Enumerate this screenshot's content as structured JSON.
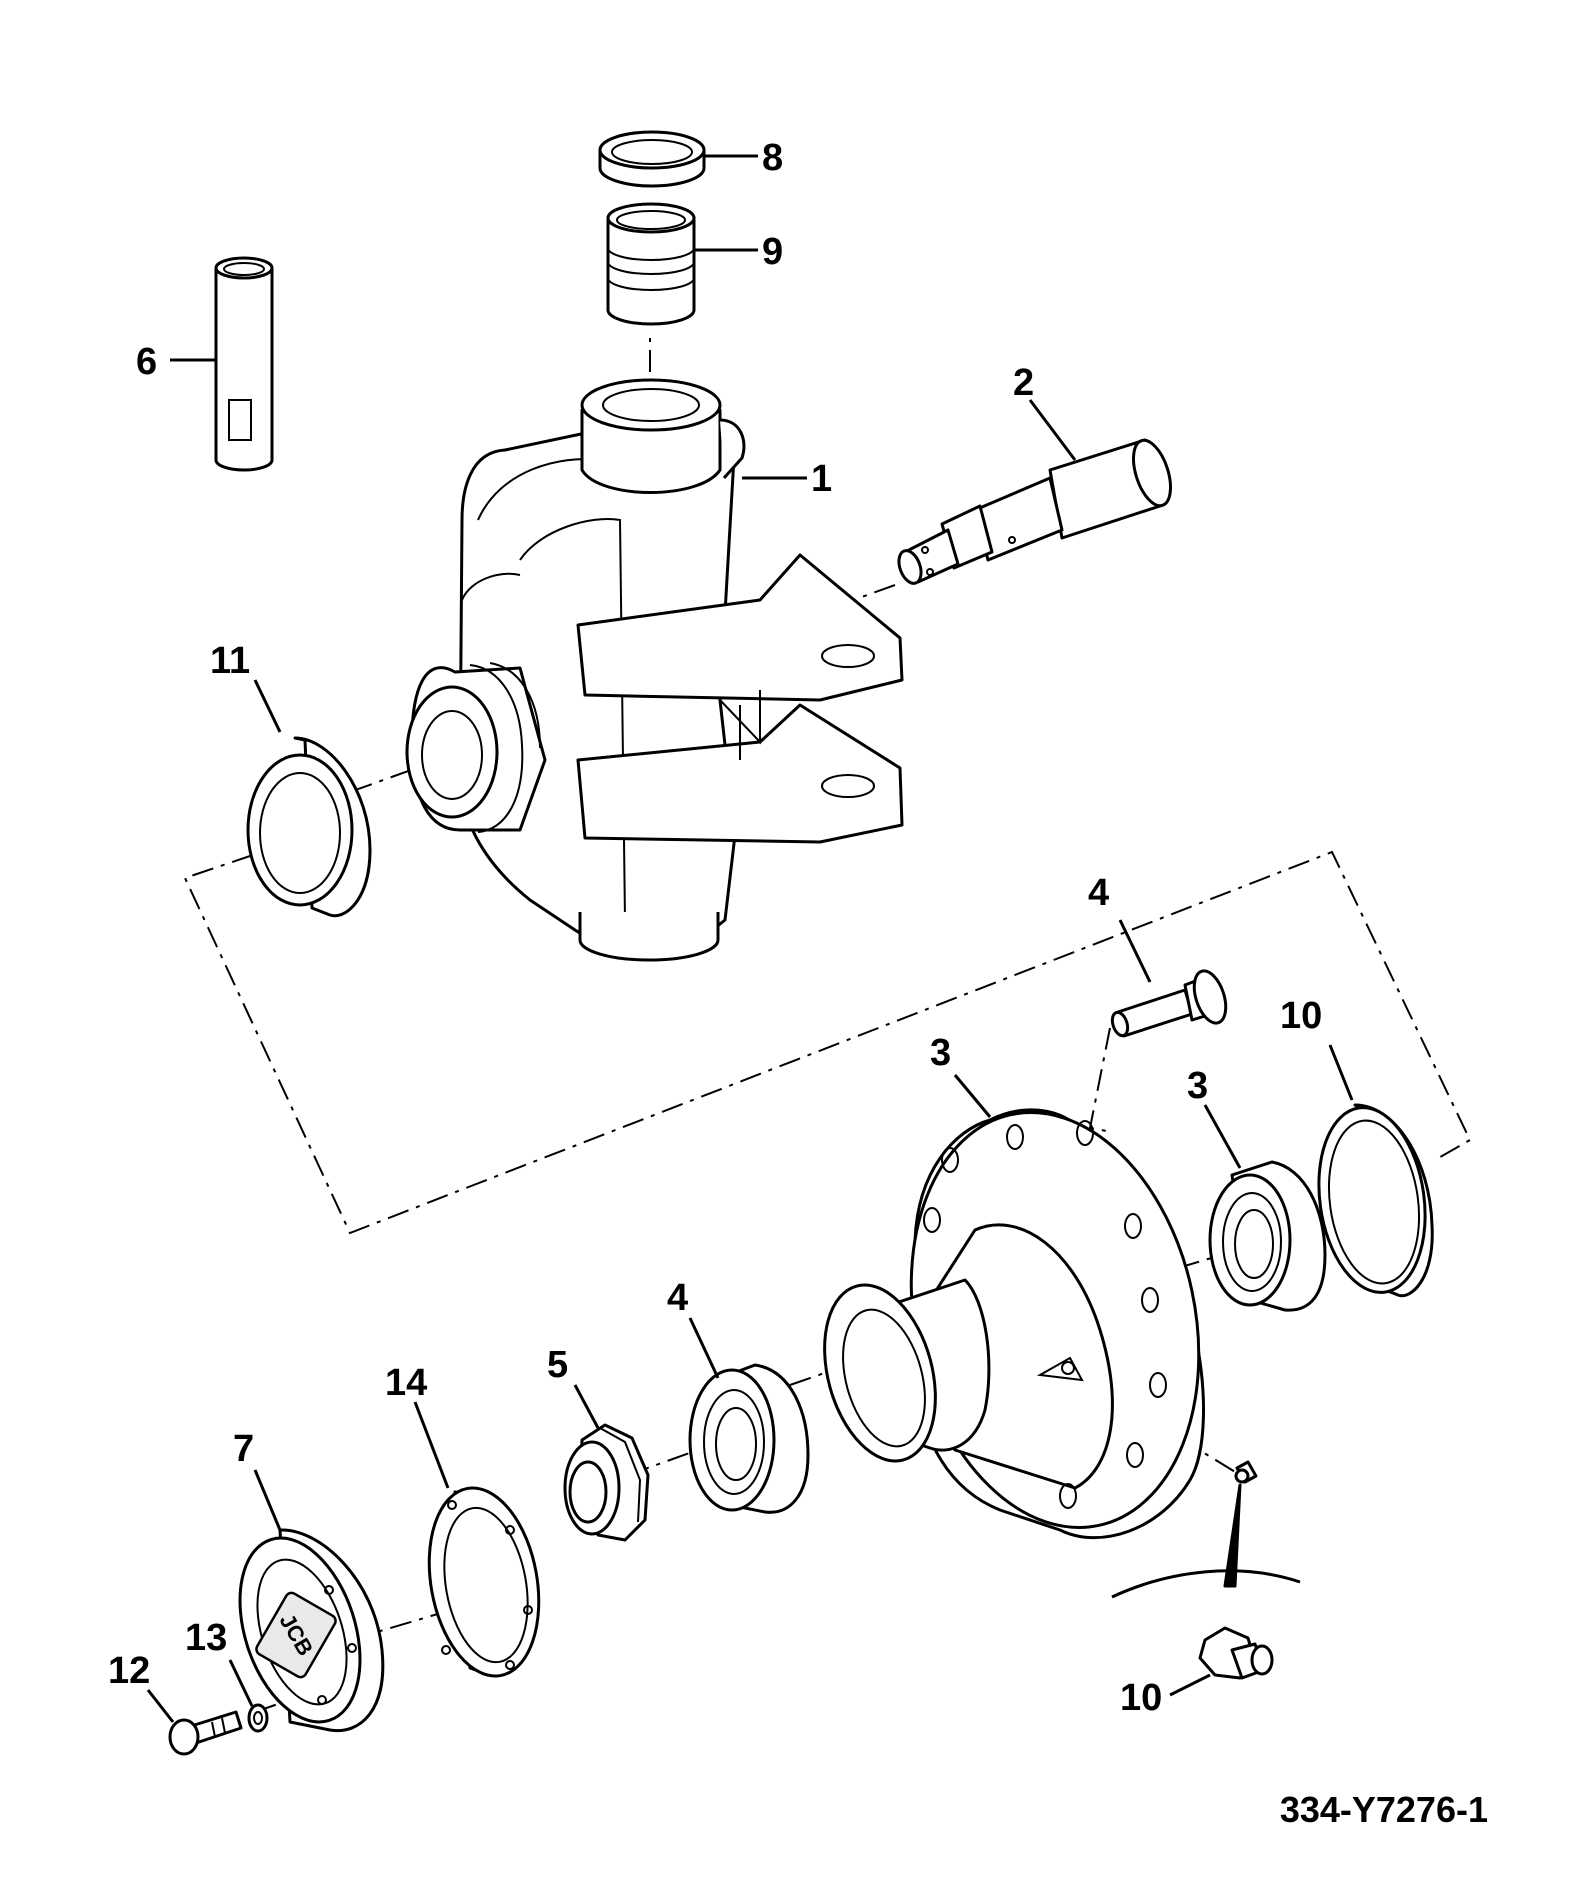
{
  "labels": {
    "l1": "1",
    "l2": "2",
    "l3a": "3",
    "l3b": "3",
    "l4a": "4",
    "l4b": "4",
    "l5": "5",
    "l6": "6",
    "l7": "7",
    "l8": "8",
    "l9": "9",
    "l10a": "10",
    "l10b": "10",
    "l11": "11",
    "l12": "12",
    "l13": "13",
    "l14": "14"
  },
  "logo_text": "JCB",
  "drawing_number": "334-Y7276-1"
}
